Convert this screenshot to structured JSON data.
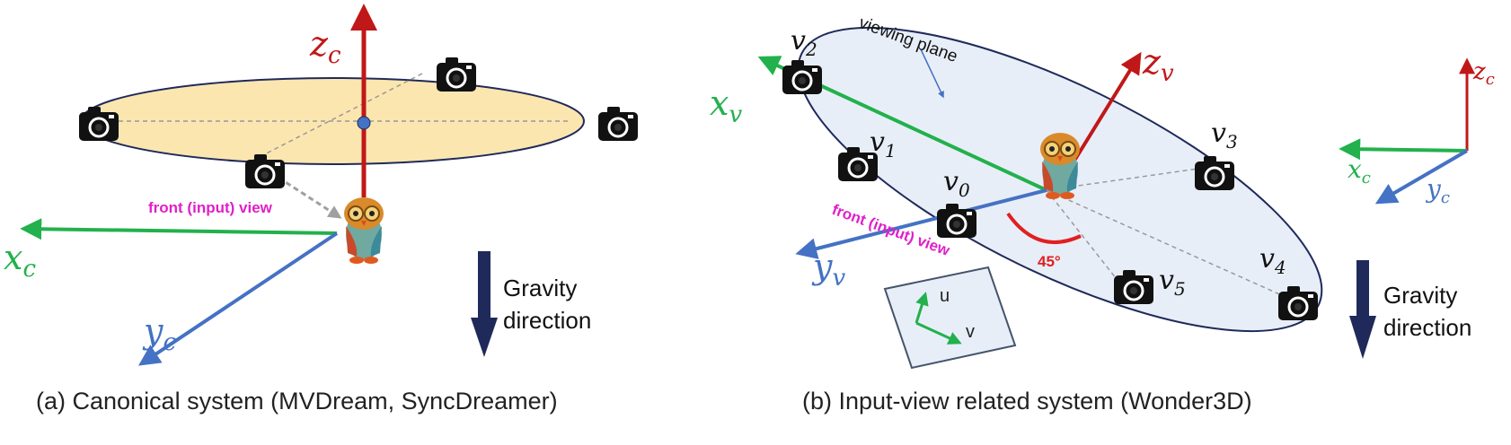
{
  "colors": {
    "z_axis": "#c01818",
    "x_axis": "#22b14c",
    "y_axis": "#4472c4",
    "gravity": "#1f2a5a",
    "front_label": "#e020c8",
    "plane_a": "#fce6b0",
    "plane_b": "#e8eef8",
    "angle": "#e02020"
  },
  "panel_a": {
    "axis_z": "z",
    "axis_x": "x",
    "axis_y": "y",
    "subscript": "c",
    "front_label": "front (input) view",
    "gravity_line1": "Gravity",
    "gravity_line2": "direction",
    "caption": "(a)   Canonical system (MVDream, SyncDreamer)"
  },
  "panel_b": {
    "axis_z": "z",
    "axis_x": "x",
    "axis_y": "y",
    "subscript": "v",
    "viewing_plane": "viewing plane",
    "front_label": "front (input) view",
    "angle": "45°",
    "views": [
      "v",
      "v",
      "v",
      "v",
      "v",
      "v"
    ],
    "view_subs": [
      "0",
      "1",
      "2",
      "3",
      "4",
      "5"
    ],
    "uv_u": "u",
    "uv_v": "v",
    "gravity_line1": "Gravity",
    "gravity_line2": "direction",
    "caption": "(b) Input-view related system (Wonder3D)"
  },
  "mini_axes": {
    "axis_z": "z",
    "axis_x": "x",
    "axis_y": "y",
    "subscript": "c"
  }
}
